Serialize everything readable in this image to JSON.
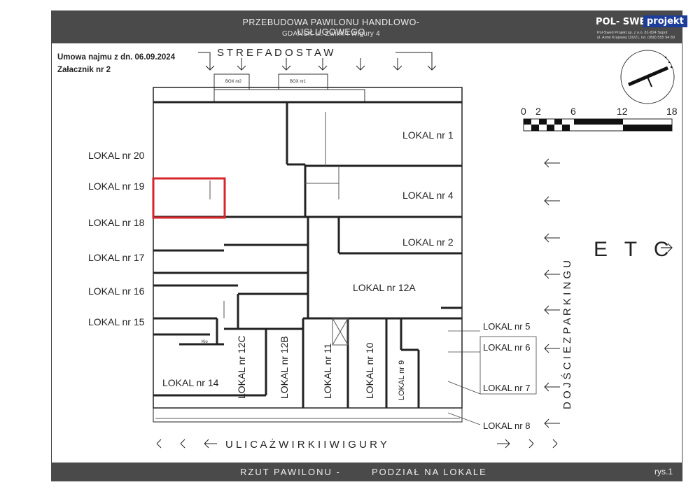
{
  "header": {
    "title_line1": "PRZEBUDOWA  PAWILONU  HANDLOWO-USŁUGOWEGO",
    "title_line2": "GDAŃSK ul. Żwirki i Wigury  4",
    "logo_text": "POL- SWED",
    "logo_box": "projekt",
    "logo_sub1": "Pol-Swed Projekt sp. z o.o. 81-824 Sopot",
    "logo_sub2": "ul. Armii Krajowej 116/21, tel.  (058) 555 94 80"
  },
  "notes": {
    "line1": "Umowa najmu z dn. 06.09.2024",
    "line2": "Załacznik nr 2"
  },
  "plan": {
    "delivery_zone": "S T R E F A   D O S T A W",
    "box2": "BOX nr2",
    "box1": "BOX nr1",
    "street": "U L I C A   Ż W I R K I   I   W I G U R Y",
    "parking_access": "D O J Ś C I E   Z   P A R K I N G U",
    "etc": "E T C",
    "scale_labels": [
      "0",
      "2",
      "6",
      "12",
      "18"
    ],
    "units_left": [
      "LOKAL nr 20",
      "LOKAL nr 19",
      "LOKAL nr 18",
      "LOKAL nr 17",
      "LOKAL nr 16",
      "LOKAL nr 15"
    ],
    "units_inside": [
      "LOKAL nr 1",
      "LOKAL nr 4",
      "LOKAL nr 2",
      "LOKAL nr 12A",
      "LOKAL nr 14"
    ],
    "units_vertical": [
      "LOKAL nr 12C",
      "LOKAL nr 12B",
      "LOKAL nr 11",
      "LOKAL nr 10",
      "LOKAL nr 9"
    ],
    "units_right": [
      "LOKAL nr 5",
      "LOKAL nr 6",
      "LOKAL nr 7",
      "LOKAL nr 8"
    ],
    "kiosk": "Kio",
    "highlight_color": "#d6262b"
  },
  "footer": {
    "left": "RZUT PAWILONU  -",
    "center": "PODZIAŁ  NA  LOKALE",
    "right": "rys.1"
  }
}
